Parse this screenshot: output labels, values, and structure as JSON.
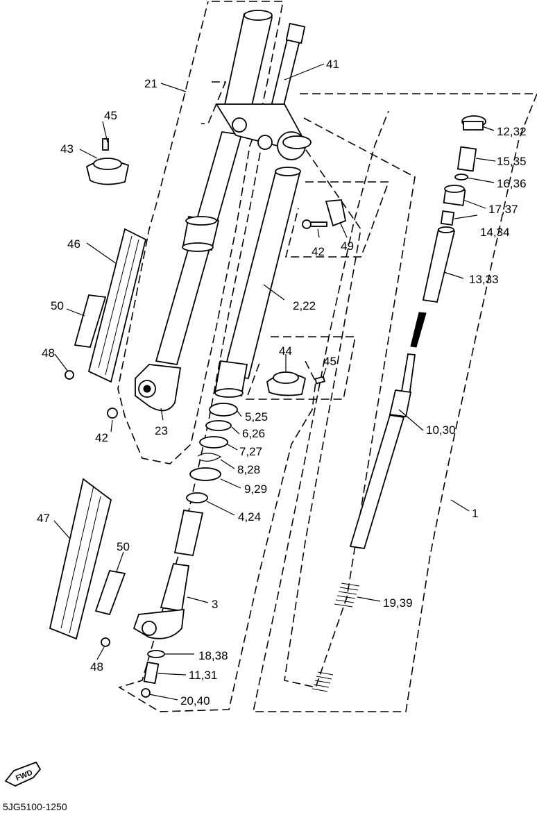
{
  "diagram": {
    "callouts": {
      "c1": "1",
      "c2_22": "2,22",
      "c3": "3",
      "c4_24": "4,24",
      "c5_25": "5,25",
      "c6_26": "6,26",
      "c7_27": "7,27",
      "c8_28": "8,28",
      "c9_29": "9,29",
      "c10_30": "10,30",
      "c11_31": "11,31",
      "c12_32": "12,32",
      "c13_33": "13,33",
      "c14_34": "14,34",
      "c15_35": "15,35",
      "c16_36": "16,36",
      "c17_37": "17,37",
      "c18_38": "18,38",
      "c19_39": "19,39",
      "c20_40": "20,40",
      "c21": "21",
      "c23": "23",
      "c41": "41",
      "c42a": "42",
      "c42b": "42",
      "c43": "43",
      "c44": "44",
      "c45a": "45",
      "c45b": "45",
      "c46": "46",
      "c47": "47",
      "c48a": "48",
      "c48b": "48",
      "c49": "49",
      "c50a": "50",
      "c50b": "50"
    },
    "fwd_label": "FWD",
    "drawing_code": "5JG5100-1250"
  }
}
